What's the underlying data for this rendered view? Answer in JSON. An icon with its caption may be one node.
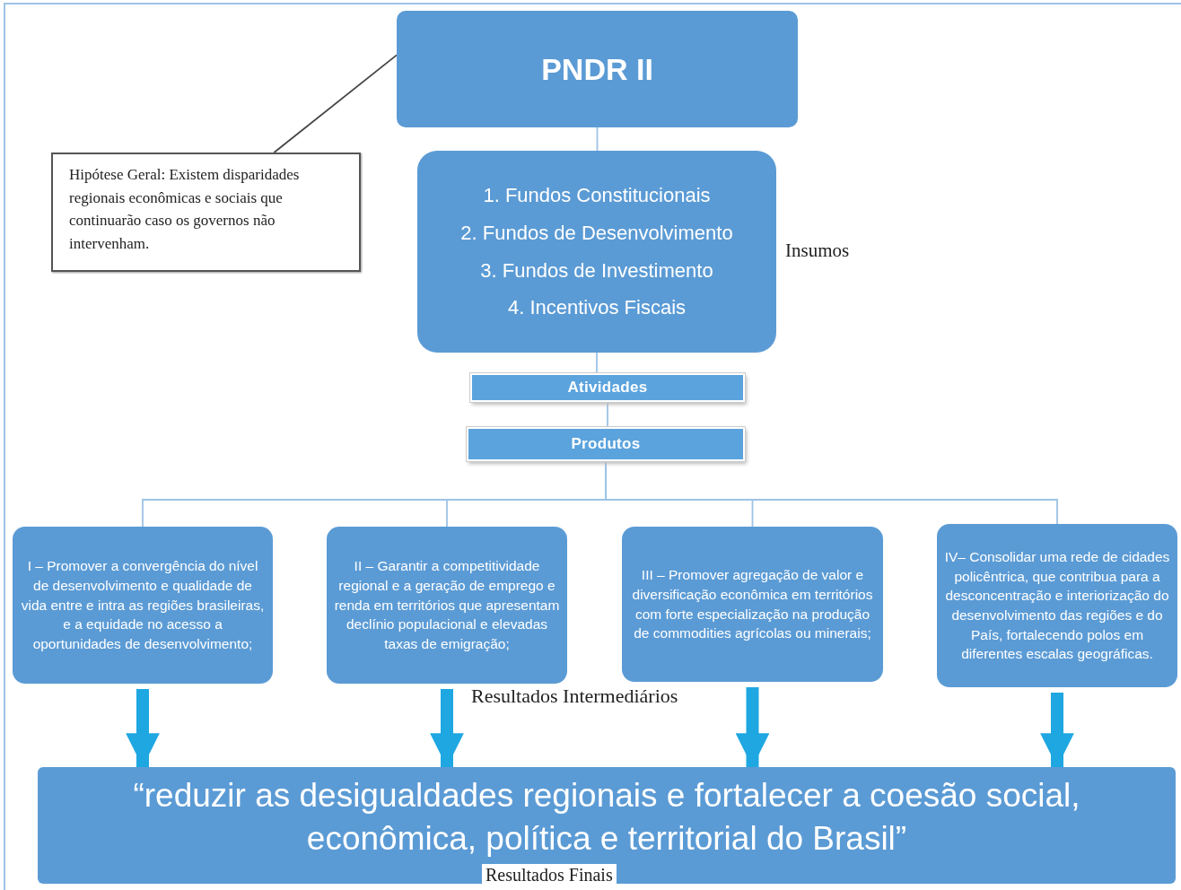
{
  "diagram": {
    "nodes": [
      {
        "text": [
          "PNDR II"
        ]
      },
      {
        "text": [
          "Hipótese Geral: Existem disparidades regionais econômicas e sociais que continuarão caso os governos não intervenham."
        ]
      },
      {
        "text": [
          "1. Fundos Constitucionais",
          "2. Fundos de Desenvolvimento",
          "3. Fundos de Investimento",
          "4. Incentivos Fiscais"
        ],
        "beside": [
          "Insumos"
        ]
      },
      {
        "text": [
          "Atividades"
        ]
      },
      {
        "text": [
          "Produtos"
        ]
      },
      {
        "text": [
          "I – Promover a convergência do nível de desenvolvimento e qualidade de vida entre e intra as regiões brasileiras, e a equidade no acesso a oportunidades de desenvolvimento;"
        ]
      },
      {
        "text": [
          "II – Garantir a competitividade regional e a geração de emprego e renda em territórios que apresentam declínio populacional e elevadas taxas de emigração;"
        ]
      },
      {
        "text": [
          "III – Promover agregação de valor e diversificação econômica em territórios com forte especialização na produção de commodities agrícolas ou minerais;"
        ]
      },
      {
        "text": [
          "IV– Consolidar uma rede de cidades policêntrica, que contribua para a desconcentração e interiorização do desenvolvimento das regiões e do País, fortalecendo polos em diferentes escalas geográficas."
        ]
      },
      {
        "text": [
          "“reduzir as desigualdades regionais e fortalecer a coesão social, econômica, política e territorial do Brasil”",
          "Resultados Finais"
        ]
      }
    ],
    "edges": [
      {
        "from": 1,
        "to": 0,
        "arrow": "none",
        "color": "#444444"
      },
      {
        "from": 0,
        "to": 2,
        "arrow": "none"
      },
      {
        "from": 2,
        "to": 3,
        "arrow": "none"
      },
      {
        "from": 3,
        "to": 4,
        "arrow": "none"
      },
      {
        "from": 4,
        "to": 5,
        "arrow": "none"
      },
      {
        "from": 4,
        "to": 6,
        "arrow": "none"
      },
      {
        "from": 4,
        "to": 7,
        "arrow": "none"
      },
      {
        "from": 4,
        "to": 8,
        "arrow": "none"
      },
      {
        "from": 5,
        "to": 9,
        "arrow": "to",
        "style": "thick",
        "color": "#1ea7e1"
      },
      {
        "from": 6,
        "to": 9,
        "arrow": "to",
        "style": "thick",
        "color": "#1ea7e1"
      },
      {
        "from": 7,
        "to": 9,
        "arrow": "to",
        "style": "thick",
        "color": "#1ea7e1"
      },
      {
        "from": 8,
        "to": 9,
        "arrow": "to",
        "style": "thick",
        "color": "#1ea7e1"
      }
    ],
    "labels": [
      "Resultados Intermediários"
    ]
  }
}
